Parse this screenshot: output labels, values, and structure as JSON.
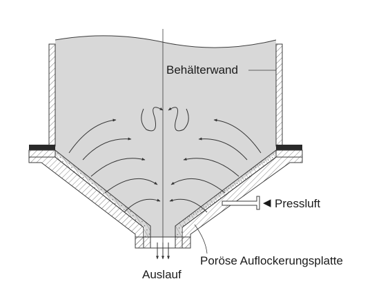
{
  "labels": {
    "wall": "Behälterwand",
    "compressed_air": "Pressluft",
    "porous_plate": "Poröse Auflockerungsplatte",
    "outlet": "Auslauf"
  },
  "icons": {
    "air_inlet_marker": "triangle-left-icon"
  },
  "colors": {
    "fill": "#d8d8d8",
    "line": "#3a3a3a",
    "wall": "#ffffff",
    "flange": "#2a2a2a"
  }
}
